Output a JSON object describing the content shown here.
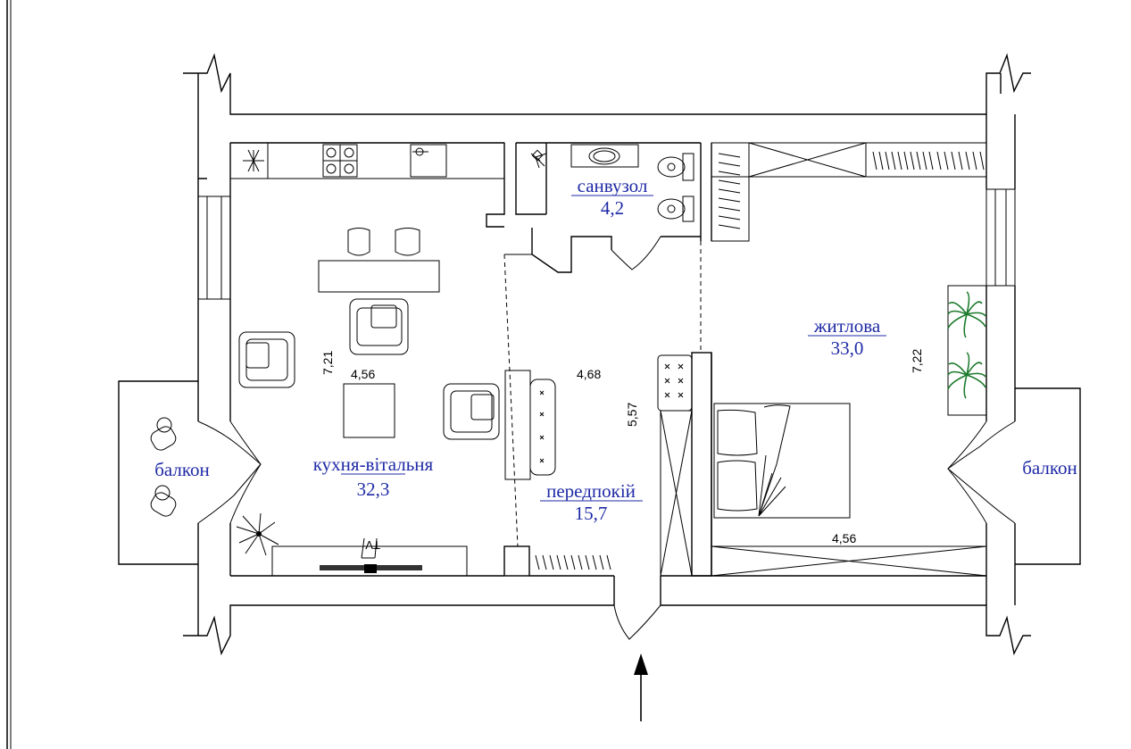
{
  "rooms": {
    "kitchen_living": {
      "name": "кухня-вітальня",
      "area": "32,3"
    },
    "bathroom": {
      "name": "санвузол",
      "area": "4,2"
    },
    "living": {
      "name": "житлова",
      "area": "33,0"
    },
    "hallway": {
      "name": "передпокій",
      "area": "15,7"
    },
    "balcony_left": {
      "name": "балкон"
    },
    "balcony_right": {
      "name": "балкон"
    }
  },
  "dimensions": {
    "kitchen_height": "7,21",
    "kitchen_width": "4,56",
    "hallway_width": "4,68",
    "hallway_height": "5,57",
    "living_height": "7,22",
    "living_width": "4,56"
  },
  "tv_label": "TV",
  "colors": {
    "room_label": "#1f2aa6",
    "plant": "#1c7a2c",
    "line": "#000000"
  }
}
